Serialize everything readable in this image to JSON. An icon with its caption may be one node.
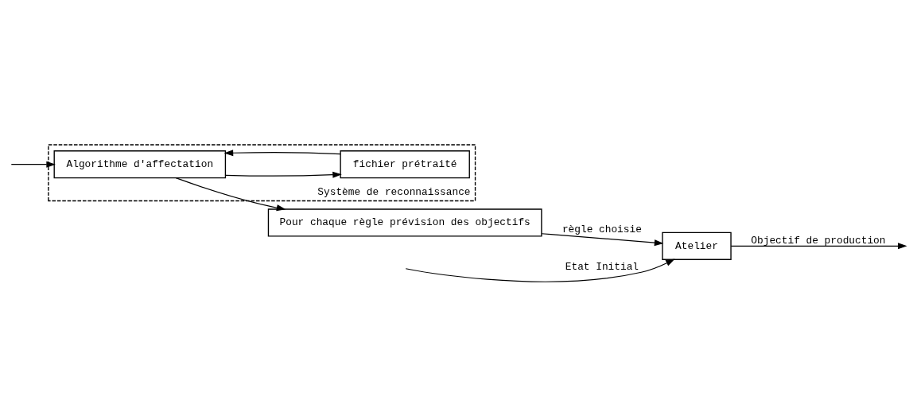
{
  "diagram": {
    "nodes": [
      {
        "text": [
          "Atelier"
        ]
      },
      {
        "text": [
          "Système de reconnaissance"
        ]
      },
      {
        "text": [
          "Algorithme d'affectation"
        ],
        "in": 1
      },
      {
        "text": [
          "fichier prétraité"
        ],
        "in": 1
      },
      {
        "text": [
          "Pour chaque règle prévision des objectifs"
        ]
      }
    ],
    "edges": [
      {
        "from": null,
        "to": 0,
        "arrow": "to",
        "label": "Etat Initial"
      },
      {
        "from": null,
        "to": 2,
        "arrow": "to"
      },
      {
        "from": 0,
        "to": null,
        "arrow": "to",
        "label": "Objectif de production"
      },
      {
        "from": 2,
        "to": 4,
        "arrow": "to"
      },
      {
        "from": 4,
        "to": 0,
        "arrow": "to",
        "label": "règle choisie"
      },
      {
        "from": 2,
        "to": 3,
        "arrow": "to"
      },
      {
        "from": 3,
        "to": 2,
        "arrow": "to"
      }
    ]
  }
}
